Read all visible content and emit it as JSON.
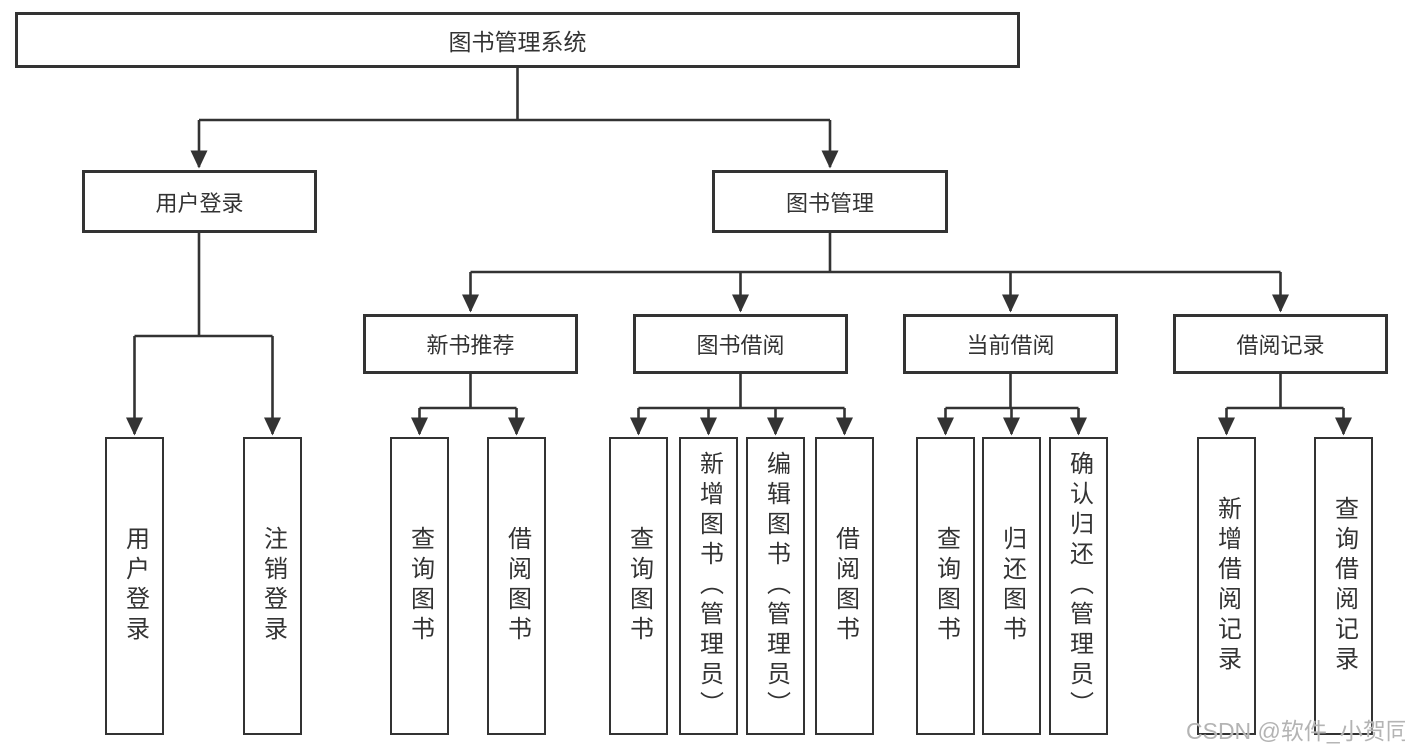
{
  "root": {
    "label": "图书管理系统"
  },
  "level2": [
    {
      "label": "用户登录"
    },
    {
      "label": "图书管理"
    }
  ],
  "level3": [
    {
      "label": "新书推荐"
    },
    {
      "label": "图书借阅"
    },
    {
      "label": "当前借阅"
    },
    {
      "label": "借阅记录"
    }
  ],
  "leaves": [
    {
      "label": "用户登录"
    },
    {
      "label": "注销登录"
    },
    {
      "label": "查询图书"
    },
    {
      "label": "借阅图书"
    },
    {
      "label": "查询图书"
    },
    {
      "label": "新增图书（管理员）"
    },
    {
      "label": "编辑图书（管理员）"
    },
    {
      "label": "借阅图书"
    },
    {
      "label": "查询图书"
    },
    {
      "label": "归还图书"
    },
    {
      "label": "确认归还（管理员）"
    },
    {
      "label": "新增借阅记录"
    },
    {
      "label": "查询借阅记录"
    }
  ],
  "watermark": "CSDN @软件_小贺同学",
  "colors": {
    "line": "#333333",
    "box_border": "#333333",
    "text": "#333333",
    "background": "#ffffff",
    "watermark": "#b4b4b4"
  }
}
